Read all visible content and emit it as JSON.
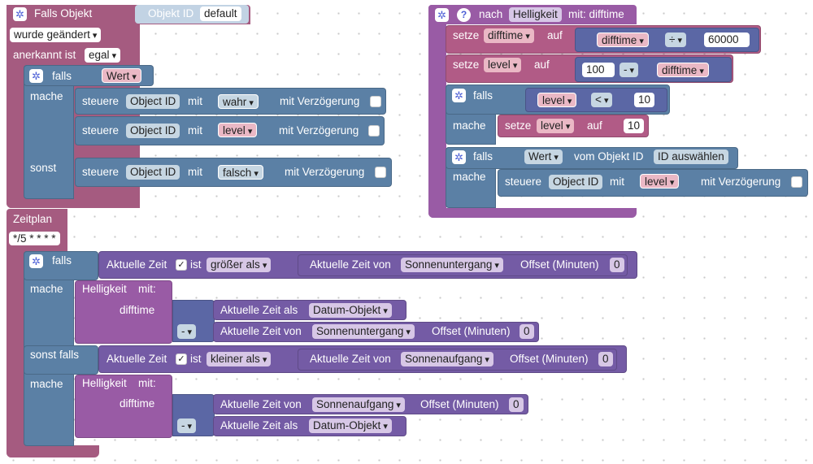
{
  "trigger": {
    "title": "Falls Objekt",
    "object_id_label": "Objekt ID",
    "object_id_value": "default",
    "changed": "wurde geändert",
    "ack_label": "anerkannt ist",
    "ack_value": "egal"
  },
  "if1": {
    "falls": "falls",
    "wert": "Wert",
    "mache": "mache",
    "sonst": "sonst"
  },
  "steuere": {
    "label": "steuere",
    "object_id": "Object ID",
    "mit": "mit",
    "delay": "mit Verzögerung",
    "val_wahr": "wahr",
    "val_level": "level",
    "val_falsch": "falsch"
  },
  "fn": {
    "nach": "nach",
    "name": "Helligkeit",
    "mit": "mit: difftime",
    "setze": "setze",
    "auf": "auf",
    "var_difftime": "difftime",
    "var_level": "level",
    "op_div": "÷",
    "num_60000": "60000",
    "num_100": "100",
    "op_minus": "-",
    "op_lt": "<",
    "num_10": "10",
    "falls": "falls",
    "mache": "mache",
    "wert": "Wert",
    "vom_objekt": "vom Objekt ID",
    "id_select": "ID auswählen"
  },
  "sched": {
    "title": "Zeitplan",
    "cron": "*/5 * * * *"
  },
  "if2": {
    "falls": "falls",
    "mache": "mache",
    "sonst_falls": "sonst falls",
    "aktuelle_zeit": "Aktuelle Zeit",
    "ist": "ist",
    "groesser": "größer als",
    "kleiner": "kleiner als",
    "zeit_von": "Aktuelle Zeit von",
    "sunset": "Sonnenuntergang",
    "sunrise": "Sonnenaufgang",
    "offset": "Offset (Minuten)",
    "zero": "0",
    "helligkeit": "Helligkeit",
    "mit": "mit:",
    "difftime": "difftime",
    "zeit_als": "Aktuelle Zeit als",
    "datum": "Datum-Objekt",
    "minus": "-"
  }
}
